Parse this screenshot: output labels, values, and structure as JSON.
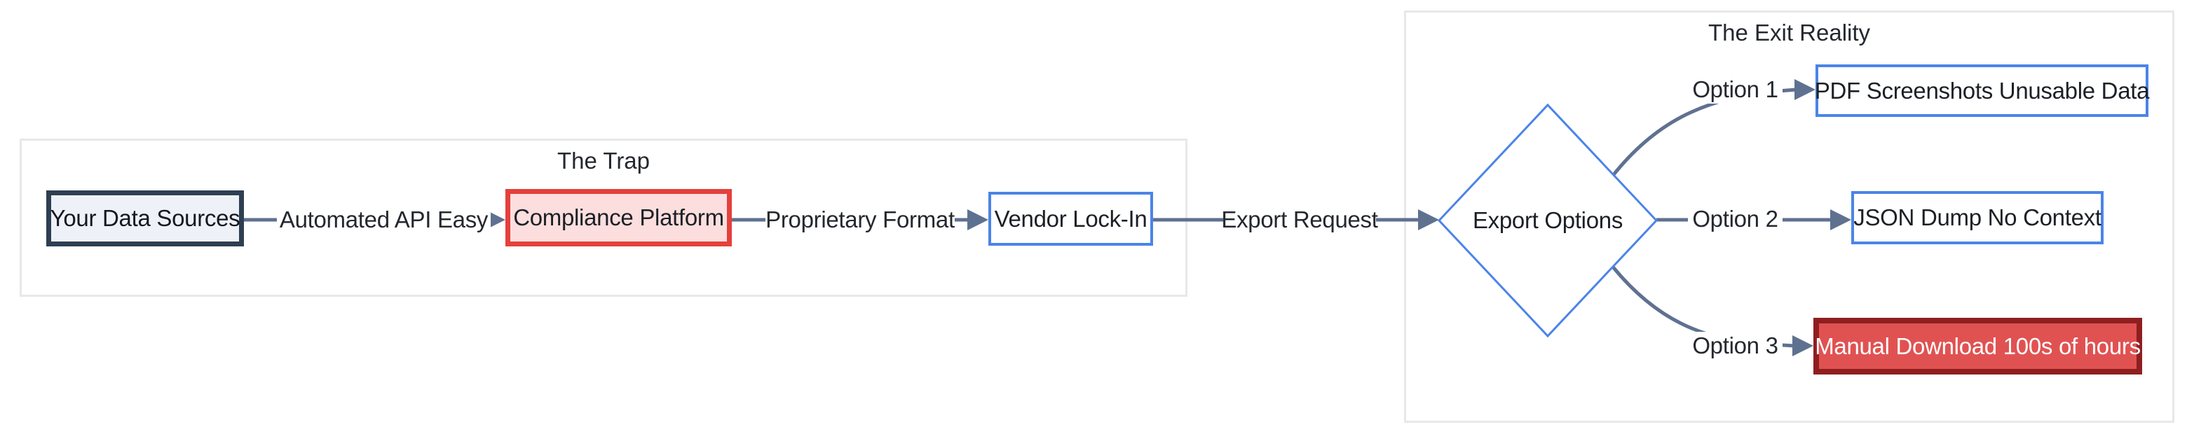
{
  "diagram": {
    "type": "flowchart-LR",
    "clusters": [
      {
        "id": "trap",
        "title": "The Trap"
      },
      {
        "id": "exit",
        "title": "The Exit Reality"
      }
    ],
    "nodes": {
      "sources": {
        "label": "Your Data Sources",
        "shape": "rect",
        "style": "dark-outline"
      },
      "platform": {
        "label": "Compliance Platform",
        "shape": "rect",
        "style": "red-outline-pink-fill"
      },
      "lockin": {
        "label": "Vendor Lock-In",
        "shape": "rect",
        "style": "blue-outline"
      },
      "options": {
        "label": "Export Options",
        "shape": "diamond",
        "style": "blue-outline"
      },
      "pdf": {
        "label": "PDF Screenshots Unusable Data",
        "shape": "rect",
        "style": "blue-outline"
      },
      "jsondump": {
        "label": "JSON Dump No Context",
        "shape": "rect",
        "style": "blue-outline"
      },
      "manual": {
        "label": "Manual Download 100s of hours",
        "shape": "rect",
        "style": "red-fill-white-text"
      }
    },
    "edges": [
      {
        "from": "sources",
        "to": "platform",
        "label": "Automated API Easy"
      },
      {
        "from": "platform",
        "to": "lockin",
        "label": "Proprietary Format"
      },
      {
        "from": "lockin",
        "to": "options",
        "label": "Export Request"
      },
      {
        "from": "options",
        "to": "pdf",
        "label": "Option 1"
      },
      {
        "from": "options",
        "to": "jsondump",
        "label": "Option 2"
      },
      {
        "from": "options",
        "to": "manual",
        "label": "Option 3"
      }
    ],
    "colors": {
      "edge": "#5f7190",
      "cluster_border": "#e8e8e8",
      "navy_border": "#2e3f52",
      "light_blue_fill": "#eef2f8",
      "red_border": "#e5403c",
      "pink_fill": "#fcdede",
      "blue_border": "#4b84e8",
      "dark_red_border": "#8f1f1f",
      "red_fill": "#e05252",
      "text": "#21262c",
      "background": "#ffffff"
    }
  }
}
